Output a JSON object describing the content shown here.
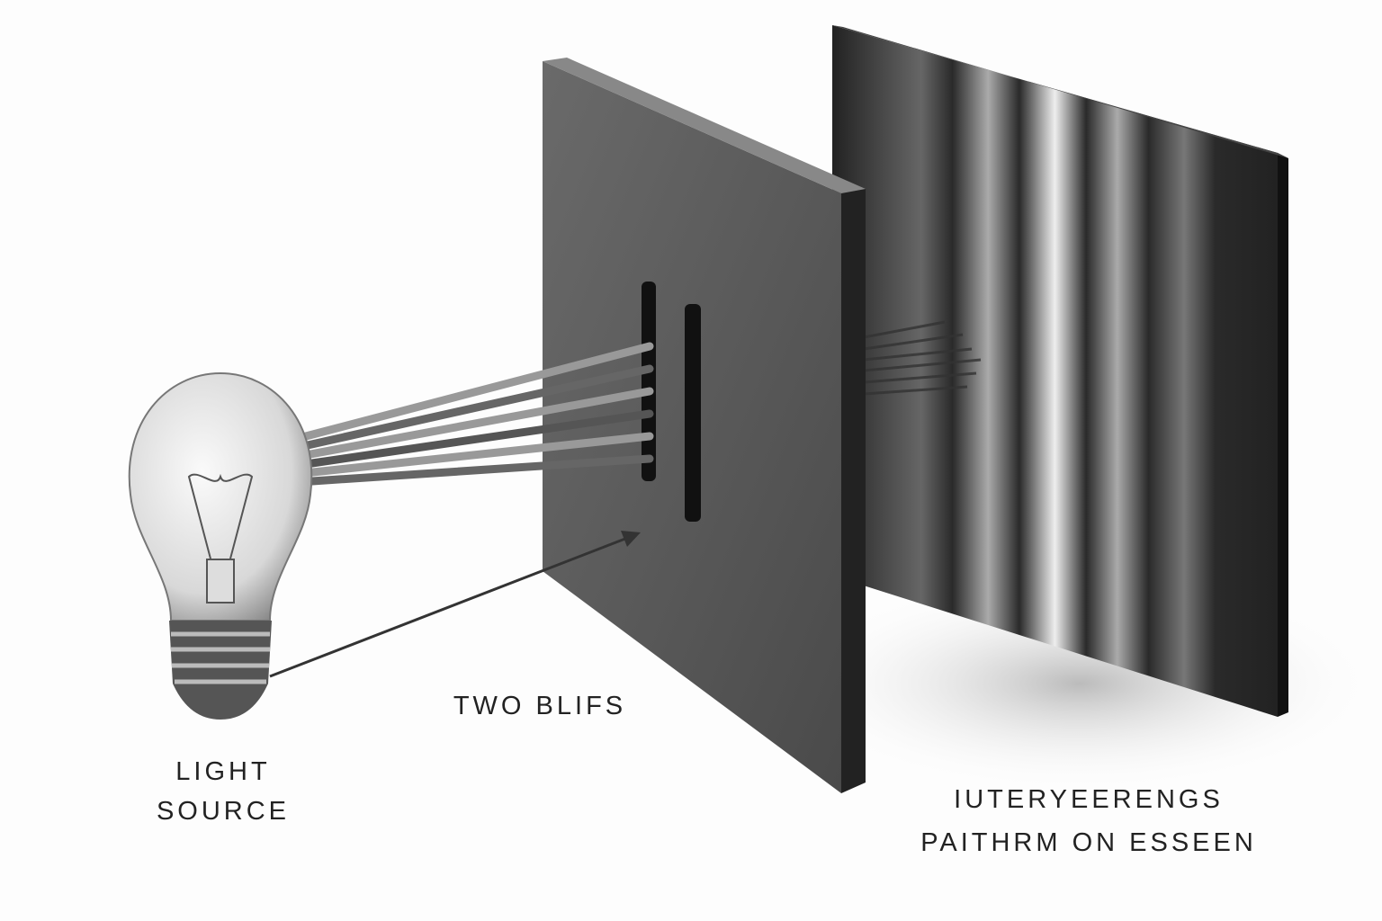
{
  "labels": {
    "light_source": [
      "LIGHT",
      "SOURCE"
    ],
    "slits": "TWO BLIFS",
    "screen": [
      "IUTERYEERENGS",
      "PAITHRM ON ESSEEN"
    ]
  },
  "colors": {
    "plate": "#5a5a5a",
    "screen": "#2a2a2a",
    "background": "#fdfdfd"
  }
}
